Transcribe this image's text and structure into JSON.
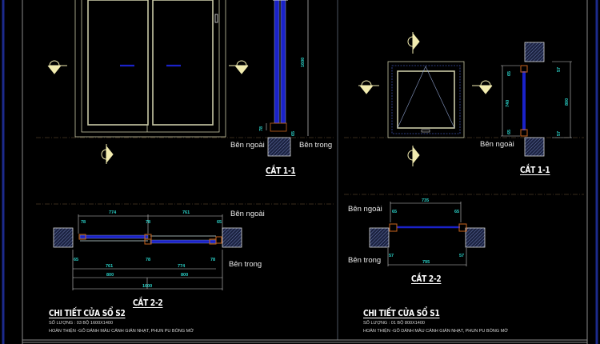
{
  "colors": {
    "background": "#000000",
    "frame": "#c9c9a6",
    "glass": "#1a22c8",
    "dimension": "#2ad2c9",
    "wall_hatch": "#6b7ab0",
    "wood": "#c8641e",
    "border_blue": "#1c2a8c",
    "border_gray": "#8a8a8a"
  },
  "s2": {
    "elevation": {
      "section_markers": [
        "section-1-left",
        "section-2-right",
        "section-3-bottom"
      ]
    },
    "cat11": {
      "title": "CẮT 1-1",
      "label_outside": "Bên ngoài",
      "label_inside": "Bên trong",
      "dim_height": "1600",
      "dim_bottom_a": "78",
      "dim_bottom_b": "65"
    },
    "cat22": {
      "title": "CẮT 2-2",
      "label_outside": "Bên ngoài",
      "label_inside": "Bên trong",
      "top_dims": [
        "774",
        "761"
      ],
      "top_small_dims": [
        "78",
        "78",
        "65"
      ],
      "bottom_small_dims": [
        "65",
        "78",
        "78"
      ],
      "bottom_row1": [
        "761",
        "774"
      ],
      "bottom_row2": [
        "800",
        "800"
      ],
      "bottom_total": "1600"
    },
    "spec": {
      "title": "CHI TIẾT CỬA SỔ S2",
      "quantity": "SỐ LƯỢNG : 03 BỘ 1600X1400",
      "finish": "HOÀN THIỆN -GỖ DÁNH MÀU CÁNH GIÁN NHẠT, PHUN PU BÓNG MỜ"
    }
  },
  "s1": {
    "cat11": {
      "title": "CẮT 1-1",
      "label_outside": "Bên ngoài",
      "dim_inner": "740",
      "dim_outer": "800",
      "dim_top_small": "65",
      "dim_bottom_small": "65",
      "dim_right_top": "57",
      "dim_right_bottom": "57"
    },
    "cat22": {
      "title": "CẮT 2-2",
      "label_outside": "Bên ngoài",
      "label_inside": "Bên trong",
      "dim_top": "735",
      "dim_top_left": "65",
      "dim_top_right": "65",
      "dim_bottom_left": "57",
      "dim_bottom_right": "57",
      "dim_bottom": "795"
    },
    "spec": {
      "title": "CHI TIẾT CỬA SỔ S1",
      "quantity": "SỐ LƯỢNG : 01 BỘ 800X1400",
      "finish": "HOÀN THIỆN -GỖ DÁNH MÀU CÁNH GIÁN NHẠT, PHUN PU BÓNG MỜ"
    }
  }
}
